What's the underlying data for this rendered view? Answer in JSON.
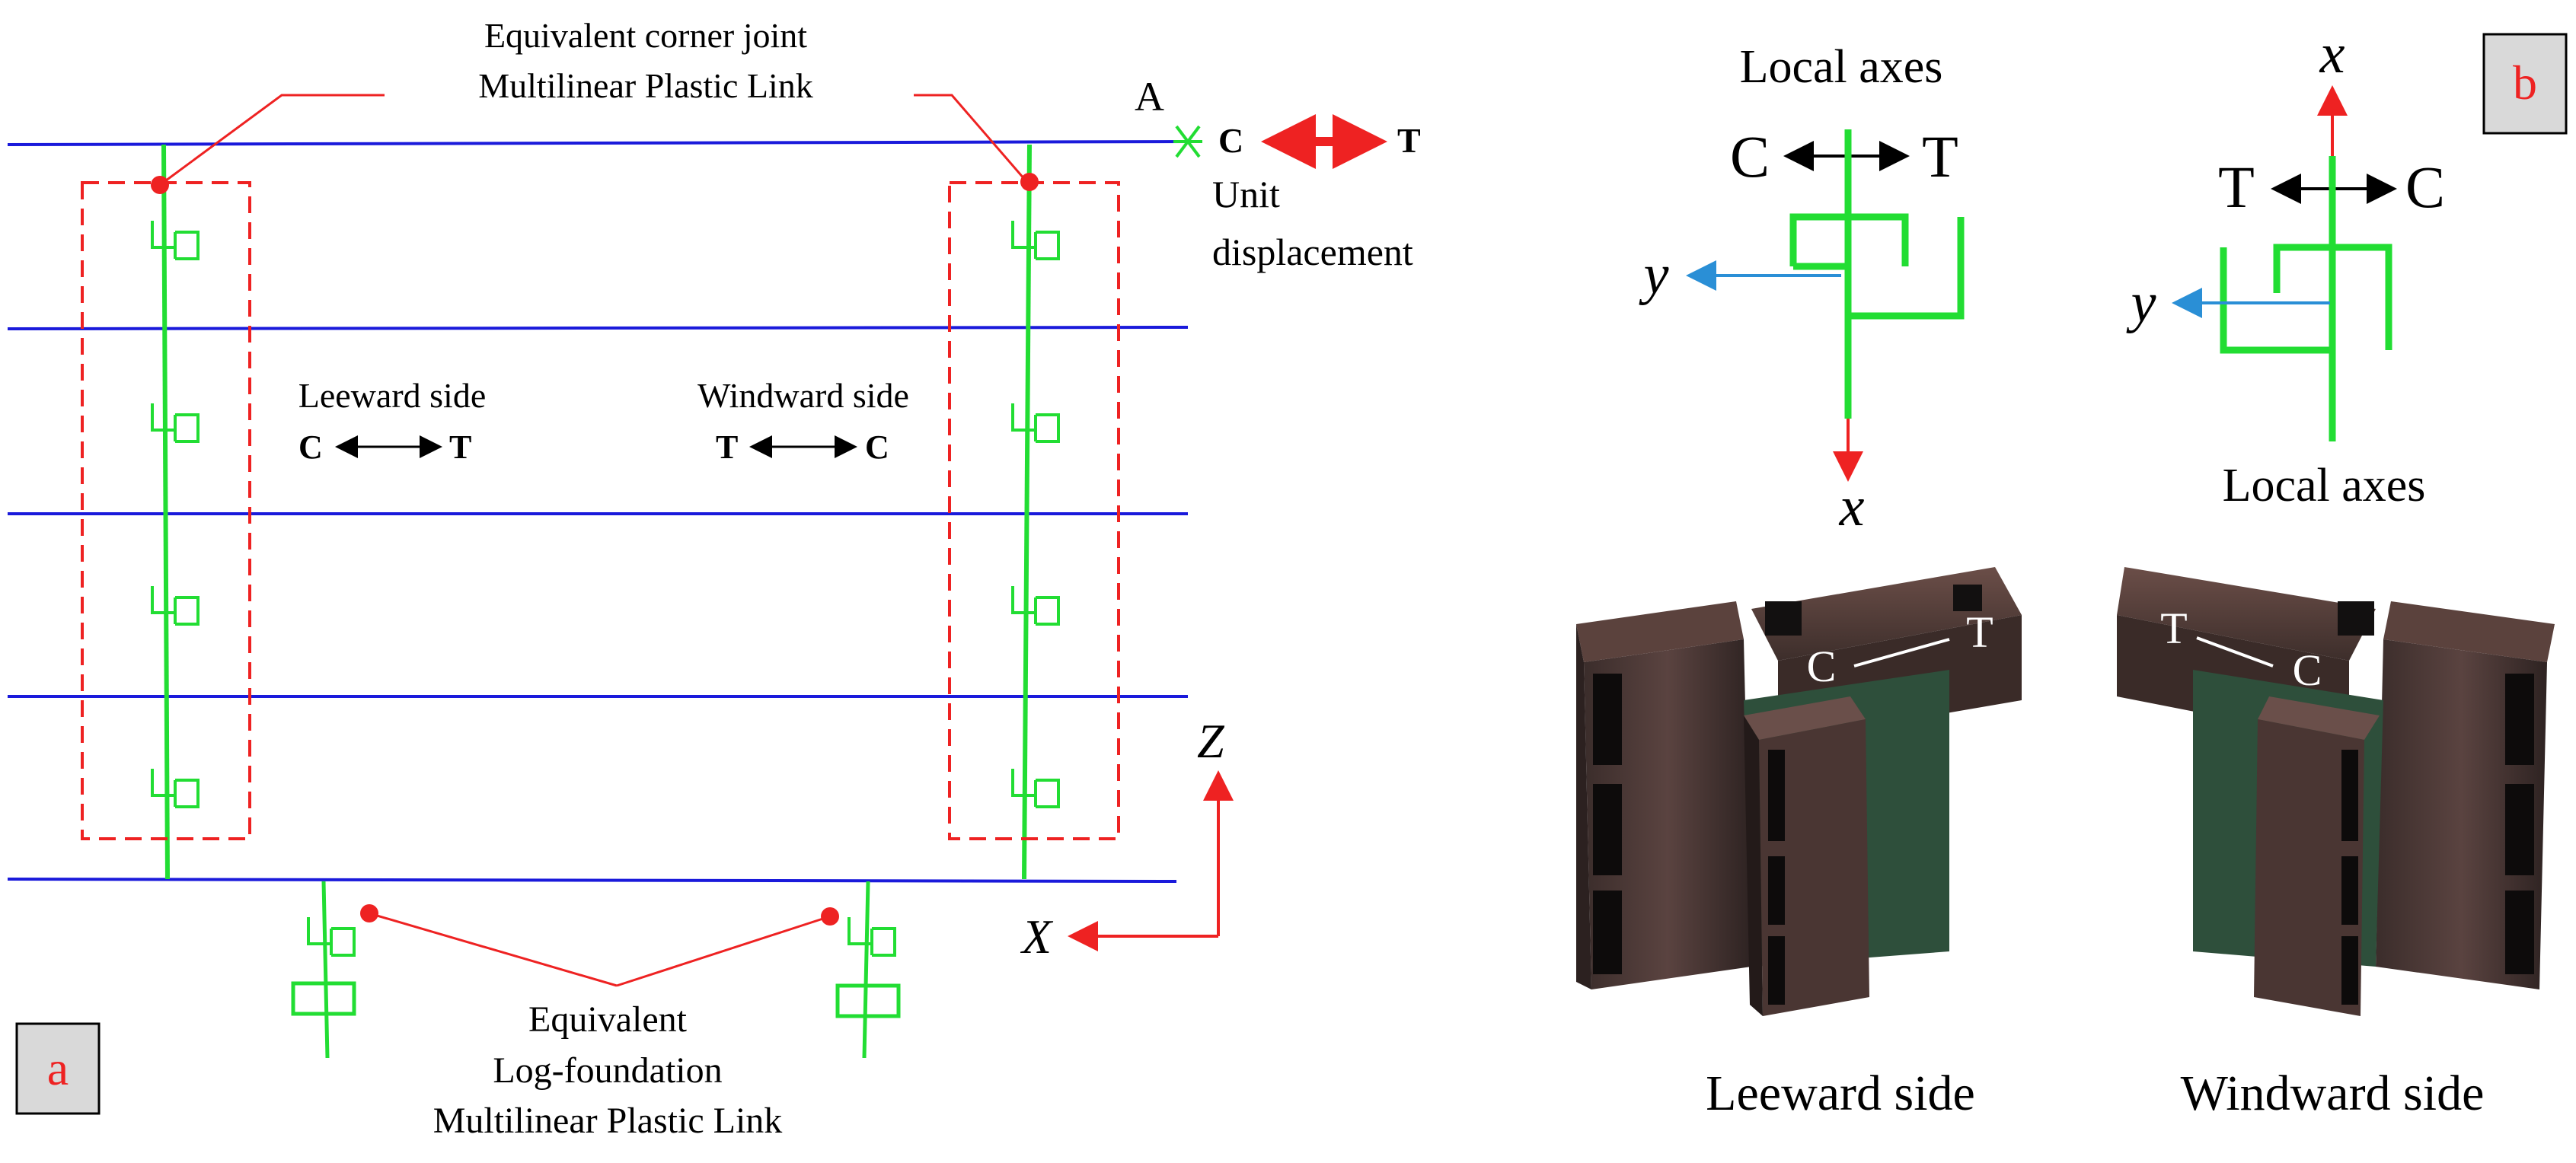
{
  "panel_a": {
    "corner_label_1": "Equivalent corner joint",
    "corner_label_2": "Multilinear Plastic Link",
    "point_a": "A",
    "disp_c": "C",
    "disp_t": "T",
    "unit_1": "Unit",
    "unit_2": "displacement",
    "leeward": "Leeward side",
    "leeward_c": "C",
    "leeward_t": "T",
    "windward": "Windward side",
    "windward_t": "T",
    "windward_c": "C",
    "axis_z": "Z",
    "axis_x": "X",
    "found_1": "Equivalent",
    "found_2": "Log-foundation",
    "found_3": "Multilinear  Plastic Link",
    "badge": "a"
  },
  "panel_b": {
    "badge": "b",
    "left_axes_title": "Local axes",
    "left_c": "C",
    "left_t": "T",
    "left_y": "y",
    "left_x": "x",
    "right_x": "x",
    "right_t": "T",
    "right_c": "C",
    "right_y": "y",
    "right_axes_title": "Local axes",
    "photo_left_c": "C",
    "photo_left_t": "T",
    "photo_right_t": "T",
    "photo_right_c": "C",
    "caption_left": "Leeward side",
    "caption_right": "Windward side"
  },
  "colors": {
    "beam": "#1a1adb",
    "column": "#22dd33",
    "highlight": "#ee2222",
    "local_y": "#2a8fd6",
    "badge_fill": "#d9d9d9"
  }
}
